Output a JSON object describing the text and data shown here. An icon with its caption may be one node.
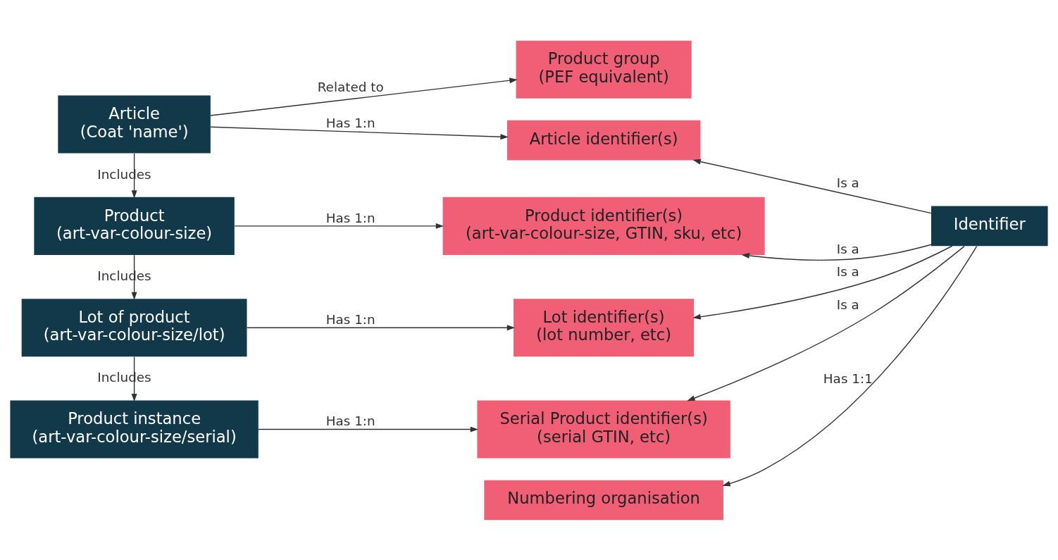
{
  "diagram": {
    "nodes": [
      {
        "text": [
          "Article",
          "(Coat 'name')"
        ]
      },
      {
        "text": [
          "Product group",
          "(PEF equivalent)"
        ]
      },
      {
        "text": [
          "Product",
          "(art-var-colour-size)"
        ]
      },
      {
        "text": [
          "Article identifier(s)"
        ]
      },
      {
        "text": [
          "Product identifier(s)",
          "(art-var-colour-size, GTIN, sku, etc)"
        ]
      },
      {
        "text": [
          "Lot of product",
          "(art-var-colour-size/lot)"
        ]
      },
      {
        "text": [
          "Lot identifier(s)",
          "(lot number, etc)"
        ]
      },
      {
        "text": [
          "Identifier"
        ]
      },
      {
        "text": [
          "Serial Product identifier(s)",
          "(serial GTIN, etc)"
        ]
      },
      {
        "text": [
          "Product instance",
          "(art-var-colour-size/serial)"
        ]
      },
      {
        "text": [
          "Numbering organisation"
        ]
      }
    ],
    "edges": [
      {
        "from": 0,
        "to": 1,
        "arrow": "to",
        "label": "Related to"
      },
      {
        "from": 0,
        "to": 3,
        "arrow": "to",
        "label": "Has 1:n"
      },
      {
        "from": 0,
        "to": 2,
        "arrow": "to",
        "label": "Includes"
      },
      {
        "from": 2,
        "to": 4,
        "arrow": "to",
        "label": "Has 1:n"
      },
      {
        "from": 2,
        "to": 5,
        "arrow": "to",
        "label": "Includes"
      },
      {
        "from": 5,
        "to": 6,
        "arrow": "to",
        "label": "Has 1:n"
      },
      {
        "from": 5,
        "to": 9,
        "arrow": "to",
        "label": "Includes"
      },
      {
        "from": 9,
        "to": 8,
        "arrow": "to",
        "label": "Has 1:n"
      },
      {
        "from": 7,
        "to": 3,
        "arrow": "to",
        "label": "Is a"
      },
      {
        "from": 7,
        "to": 4,
        "arrow": "to",
        "label": "Is a"
      },
      {
        "from": 7,
        "to": 6,
        "arrow": "to",
        "label": "Is a"
      },
      {
        "from": 7,
        "to": 8,
        "arrow": "to",
        "label": "Is a"
      },
      {
        "from": 7,
        "to": 10,
        "arrow": "to",
        "label": "Has 1:1"
      }
    ]
  }
}
